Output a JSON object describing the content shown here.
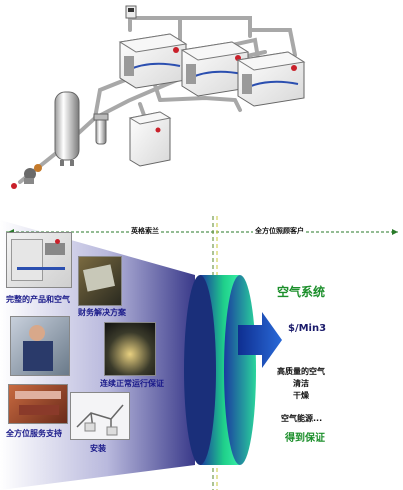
{
  "top_system": {
    "description_hidden": ""
  },
  "timeline": {
    "left_label": "英格索兰",
    "right_label": "全方位照顾客户"
  },
  "left_items": [
    {
      "label": "完整的产品和空气"
    },
    {
      "label": "财务解决方案"
    },
    {
      "label": "连续正常运行保证"
    },
    {
      "label": "全方位服务支持"
    },
    {
      "label": "安装"
    }
  ],
  "right_panel": {
    "title": "空气系统",
    "cost": "$/Min3",
    "benefit_1": "高质量的空气",
    "benefit_2": "清洁",
    "benefit_3": "干燥",
    "result_1": "空气能源...",
    "result_2": "得到保证"
  },
  "colors": {
    "funnel_dark": "#3a3a8a",
    "funnel_light": "#e8e8f4",
    "cylinder_green": "#1fd08a",
    "cylinder_blue": "#1a3aa0",
    "arrow_blue": "#1546b8",
    "text_green": "#1c8f2b"
  }
}
